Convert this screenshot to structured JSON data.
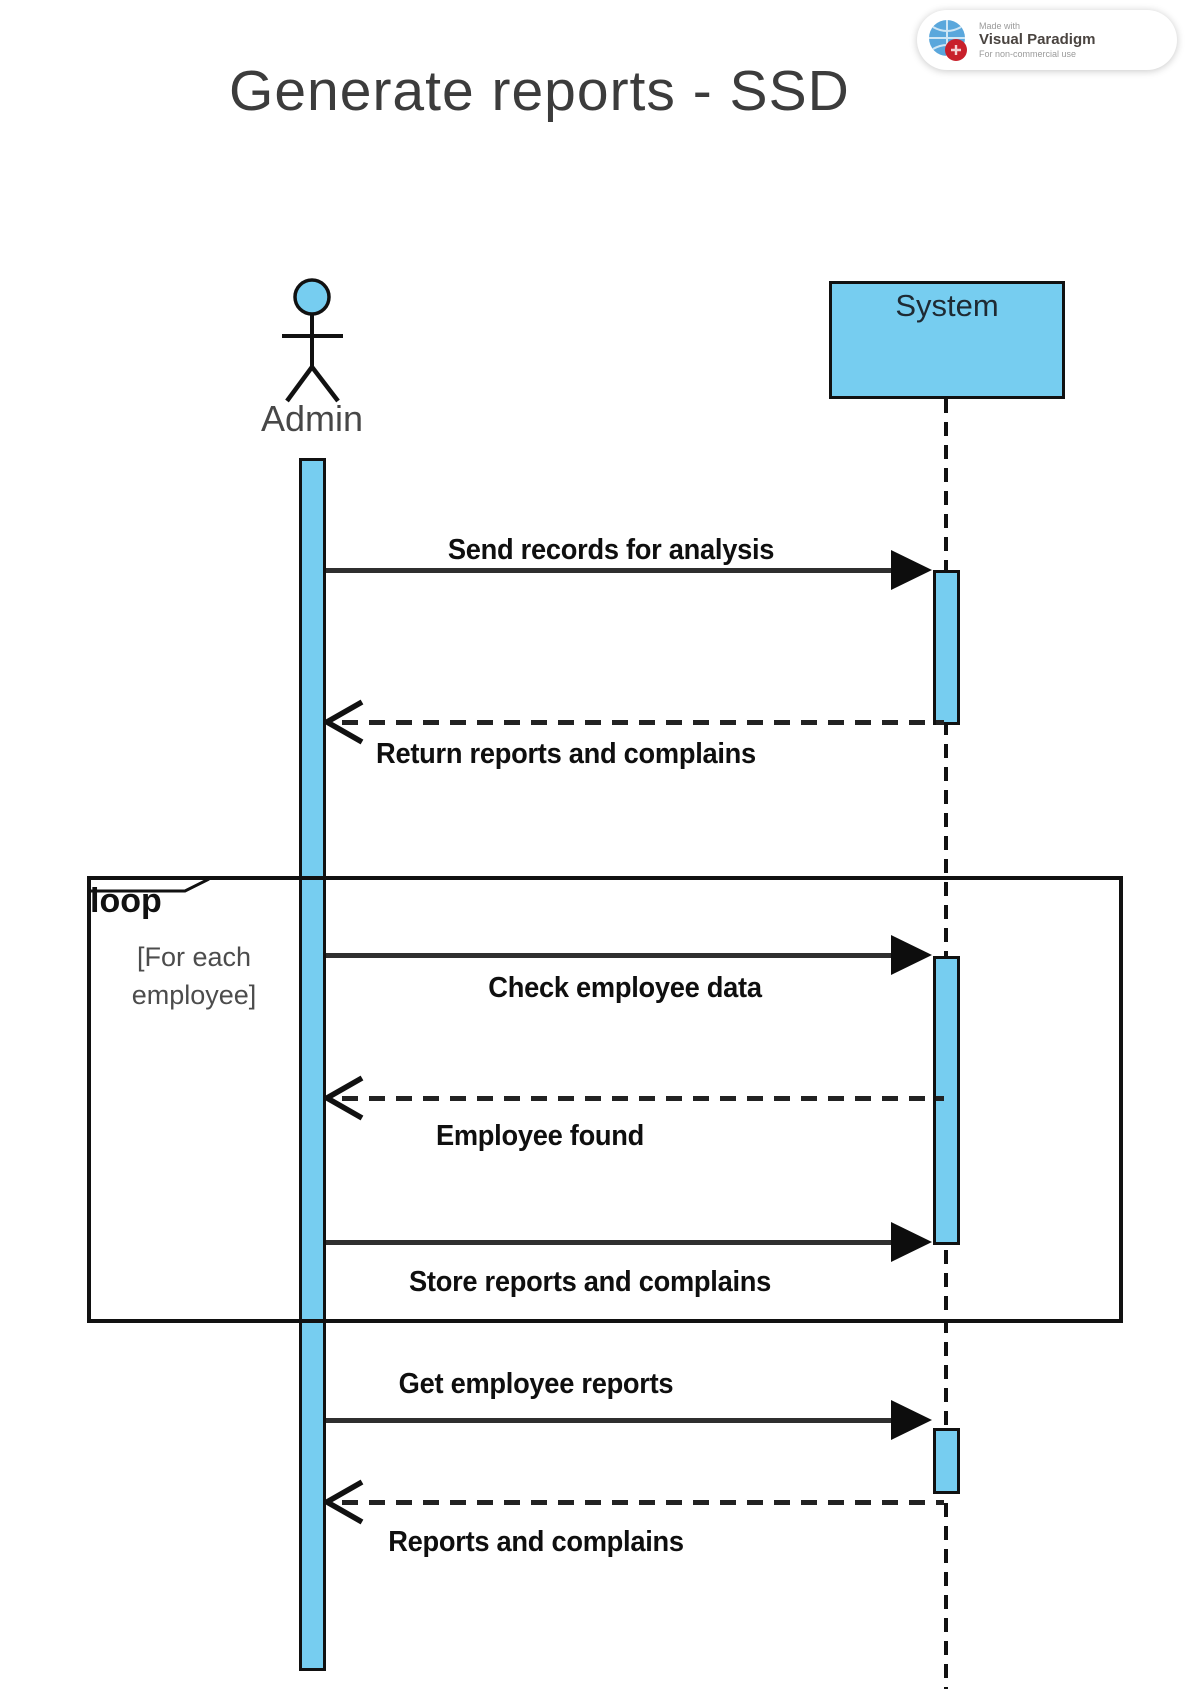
{
  "title": "Generate reports - SSD",
  "watermark": {
    "made_with": "Made with",
    "brand": "Visual Paradigm",
    "license": "For non-commercial use"
  },
  "lifelines": {
    "admin": {
      "label": "Admin",
      "kind": "actor"
    },
    "system": {
      "label": "System",
      "kind": "object"
    }
  },
  "fragment": {
    "operator": "loop",
    "guard": [
      "[For each",
      "employee]"
    ]
  },
  "messages": [
    {
      "label": "Send records for analysis",
      "type": "sync",
      "from": "Admin",
      "to": "System"
    },
    {
      "label": "Return reports and complains",
      "type": "return",
      "from": "System",
      "to": "Admin"
    },
    {
      "label": "Check employee data",
      "type": "sync",
      "from": "Admin",
      "to": "System"
    },
    {
      "label": "Employee found",
      "type": "return",
      "from": "System",
      "to": "Admin"
    },
    {
      "label": "Store reports and complains",
      "type": "sync",
      "from": "Admin",
      "to": "System"
    },
    {
      "label": "Get employee reports",
      "type": "sync",
      "from": "Admin",
      "to": "System"
    },
    {
      "label": "Reports and complains",
      "type": "return",
      "from": "System",
      "to": "Admin"
    }
  ],
  "colors": {
    "shape_fill": "#76cdf0",
    "stroke": "#111111",
    "message_text": "#0f0f0f",
    "guard_text": "#4c4c4c"
  }
}
